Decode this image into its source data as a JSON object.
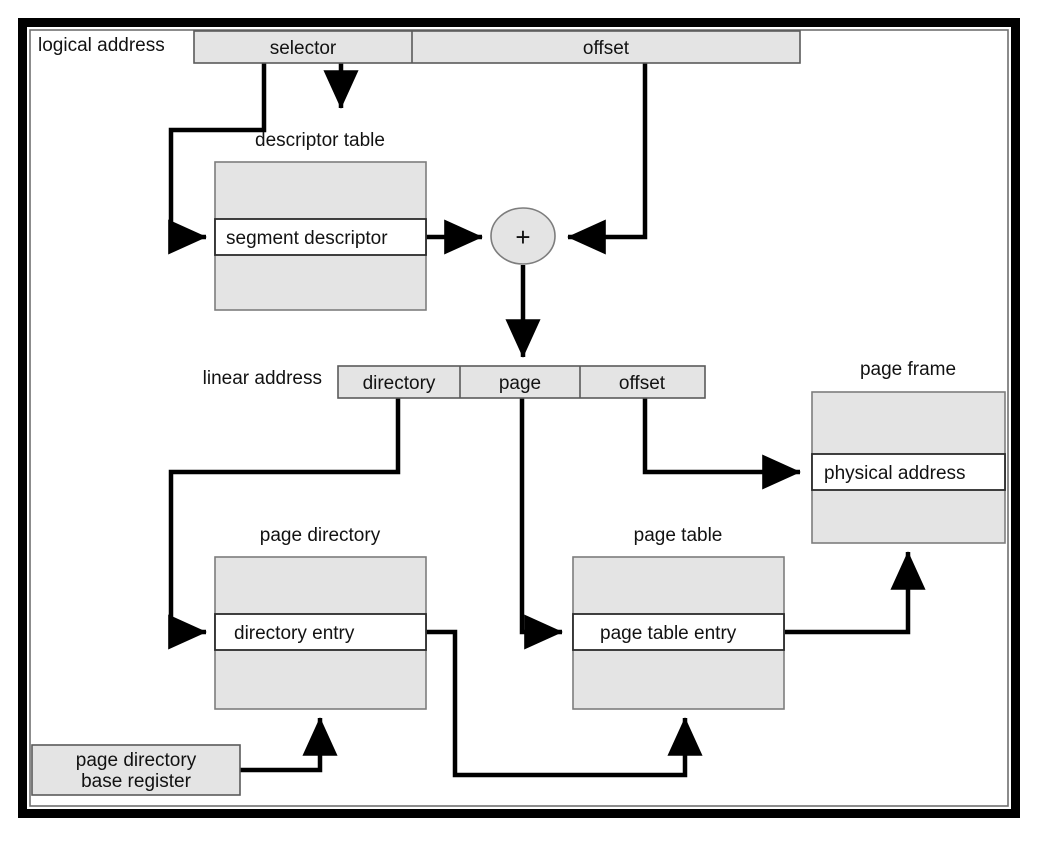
{
  "diagram": {
    "title": "logical-to-physical address translation with segmentation and paging",
    "colors": {
      "box_fill": "#e4e4e4",
      "box_stroke": "#7d7d7d",
      "connector": "#000000",
      "text": "#121212",
      "frame": "#000000",
      "white_row": "#ffffff"
    },
    "labels": {
      "logical_address": "logical address",
      "selector": "selector",
      "offset_top": "offset",
      "descriptor_table": "descriptor table",
      "segment_descriptor": "segment descriptor",
      "adder": "+",
      "linear_address": "linear address",
      "directory": "directory",
      "page": "page",
      "offset_linear": "offset",
      "page_frame": "page frame",
      "physical_address": "physical address",
      "page_directory": "page directory",
      "directory_entry": "directory entry",
      "page_table": "page table",
      "page_table_entry": "page table entry",
      "page_directory_base_register_line1": "page directory",
      "page_directory_base_register_line2": "base register"
    },
    "structures": [
      {
        "name": "logical-address-bar",
        "caption": "logical address",
        "fields": [
          "selector",
          "offset"
        ]
      },
      {
        "name": "descriptor-table",
        "caption": "descriptor table",
        "rows": [
          "",
          "segment descriptor",
          ""
        ],
        "highlight_row": 1
      },
      {
        "name": "adder",
        "caption": "+"
      },
      {
        "name": "linear-address-bar",
        "caption": "linear address",
        "fields": [
          "directory",
          "page",
          "offset"
        ]
      },
      {
        "name": "page-directory",
        "caption": "page directory",
        "rows": [
          "",
          "directory entry",
          ""
        ],
        "highlight_row": 1
      },
      {
        "name": "page-table",
        "caption": "page table",
        "rows": [
          "",
          "page table entry",
          ""
        ],
        "highlight_row": 1
      },
      {
        "name": "page-frame",
        "caption": "page frame",
        "rows": [
          "",
          "physical address",
          ""
        ],
        "highlight_row": 1
      },
      {
        "name": "page-directory-base-register",
        "caption": "page directory base register"
      }
    ],
    "flows": [
      {
        "from": "selector",
        "to": "segment descriptor"
      },
      {
        "from": "selector",
        "to": "descriptor table"
      },
      {
        "from": "segment descriptor",
        "to": "adder"
      },
      {
        "from": "logical offset",
        "to": "adder"
      },
      {
        "from": "adder",
        "to": "linear address"
      },
      {
        "from": "directory",
        "to": "directory entry"
      },
      {
        "from": "page",
        "to": "page table entry"
      },
      {
        "from": "linear offset",
        "to": "physical address"
      },
      {
        "from": "directory entry",
        "to": "page table"
      },
      {
        "from": "page table entry",
        "to": "page frame"
      },
      {
        "from": "page directory base register",
        "to": "page directory"
      }
    ]
  }
}
